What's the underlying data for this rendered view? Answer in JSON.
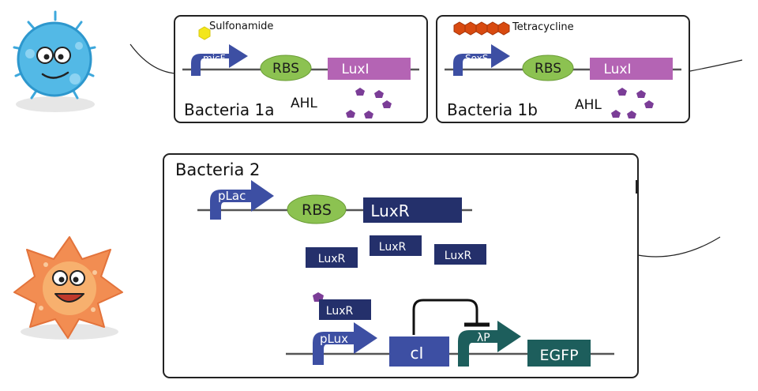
{
  "panel_1a": {
    "title": "Bacteria 1a",
    "inducer": "Sulfonamide",
    "promoter": "micF",
    "rbs": "RBS",
    "gene": "LuxI",
    "signal": "AHL"
  },
  "panel_1b": {
    "title": "Bacteria 1b",
    "inducer": "Tetracycline",
    "promoter": "SoxS",
    "rbs": "RBS",
    "gene": "LuxI",
    "signal": "AHL"
  },
  "panel_2": {
    "title": "Bacteria 2",
    "promoter_lac": "pLac",
    "rbs": "RBS",
    "gene_luxr": "LuxR",
    "free_proteins": [
      "LuxR",
      "LuxR",
      "LuxR"
    ],
    "bound_protein": "LuxR",
    "promoter_lux": "pLux",
    "repressor_gene": "cI",
    "promoter_lambda": "λP",
    "reporter_gene": "EGFP"
  },
  "colors": {
    "promoter": "#3d4fa3",
    "rbs": "#8cc251",
    "luxi": "#b464b4",
    "luxr": "#24306b",
    "lambda_promoter": "#1d5e5c",
    "ahl": "#7b3d97",
    "sulfonamide": "#f3e61c",
    "tetracycline": "#d84a10"
  },
  "icons": {
    "bacterium_1": "blue-bacterium-icon",
    "bacterium_2": "orange-bacterium-icon"
  }
}
